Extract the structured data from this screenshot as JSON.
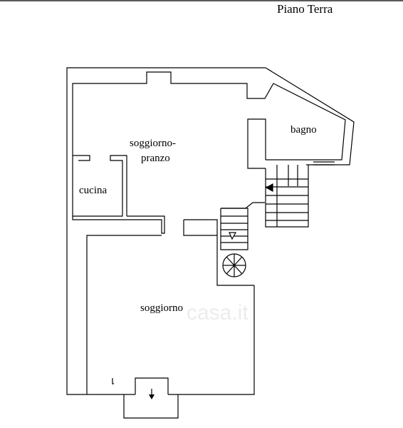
{
  "plan": {
    "title": "Piano Terra",
    "rooms": {
      "living_dining_line1": "soggiorno-",
      "living_dining_line2": "pranzo",
      "bathroom": "bagno",
      "kitchen": "cucina",
      "living": "soggiorno"
    },
    "watermark": "casa.it"
  },
  "colors": {
    "line": "#000000",
    "background": "#ffffff"
  }
}
